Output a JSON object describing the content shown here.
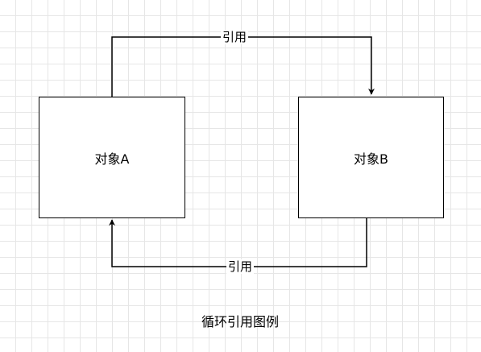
{
  "nodes": {
    "a": {
      "label": "对象A"
    },
    "b": {
      "label": "对象B"
    }
  },
  "edges": {
    "a_to_b": {
      "label": "引用"
    },
    "b_to_a": {
      "label": "引用"
    }
  },
  "caption": "循环引用图例",
  "colors": {
    "stroke": "#000000",
    "grid": "#e6e6e6",
    "background": "#ffffff"
  }
}
